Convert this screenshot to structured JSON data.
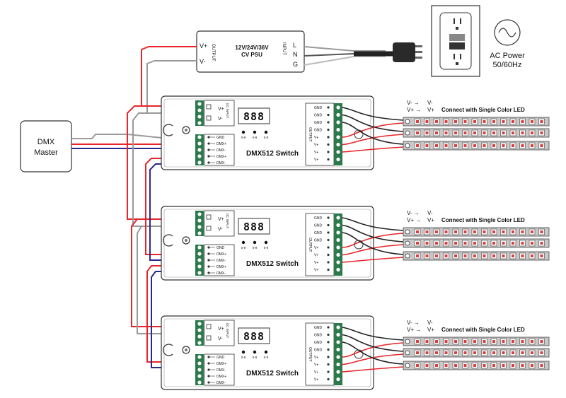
{
  "psu": {
    "title_line1": "12V/24V/36V",
    "title_line2": "CV PSU",
    "output_label": "OUTPUT",
    "input_label": "INPUT",
    "vplus": "V+",
    "vminus": "V-",
    "l": "L",
    "n": "N",
    "g": "G"
  },
  "ac_power": {
    "line1": "AC Power",
    "line2": "50/60Hz"
  },
  "dmx_master": {
    "line1": "DMX",
    "line2": "Master"
  },
  "switch": {
    "name": "DMX512 Switch",
    "display": "888",
    "dc_input": "DC INPUT",
    "output_label": "OUTPUT",
    "dmx_pins": [
      "GND",
      "DMX+",
      "DMX-",
      "DMX+",
      "DMX-"
    ],
    "out_pins": [
      "GND",
      "GND",
      "GND",
      "GND",
      "V+",
      "V+",
      "V+",
      "V+"
    ],
    "pin_v": [
      "V+",
      "V-"
    ],
    "pot_labels": [
      "0-9",
      "0-9",
      "0-9"
    ]
  },
  "led_row_label": "Connect with Single Color LED",
  "polarity": {
    "vminus": "V-",
    "vplus": "V+"
  },
  "colors": {
    "red_wire": "#e8262a",
    "blue_wire": "#2a2a8c",
    "black_wire": "#222222",
    "gray_wire": "#9a9a9a",
    "terminal_green": "#2c7a4b",
    "led_strip": "#c8c8c8",
    "led_chip": "#d94040"
  }
}
